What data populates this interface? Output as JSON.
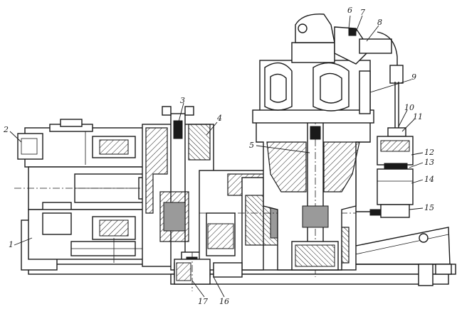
{
  "callouts": [
    {
      "id": "1",
      "label": "1"
    },
    {
      "id": "2",
      "label": "2"
    },
    {
      "id": "3",
      "label": "3"
    },
    {
      "id": "4",
      "label": "4"
    },
    {
      "id": "5",
      "label": "5"
    },
    {
      "id": "6",
      "label": "6"
    },
    {
      "id": "7",
      "label": "7"
    },
    {
      "id": "8",
      "label": "8"
    },
    {
      "id": "9",
      "label": "9"
    },
    {
      "id": "10",
      "label": "10"
    },
    {
      "id": "11",
      "label": "11"
    },
    {
      "id": "12",
      "label": "12"
    },
    {
      "id": "13",
      "label": "13"
    },
    {
      "id": "14",
      "label": "14"
    },
    {
      "id": "15",
      "label": "15"
    },
    {
      "id": "16",
      "label": "16"
    },
    {
      "id": "17",
      "label": "17"
    }
  ],
  "colors": {
    "ink": "#1a1a1a",
    "paper": "#ffffff",
    "section": "#9a9a9a"
  }
}
